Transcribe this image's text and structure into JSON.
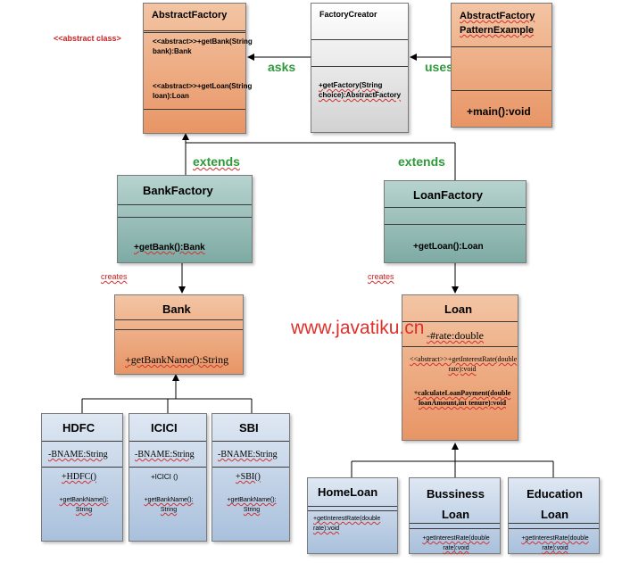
{
  "abstract_factory": {
    "title": "AbstractFactory",
    "stereotype": "<<abstract class>",
    "method1": "<<abstract>>+getBank(String bank):Bank",
    "method2": "<<abstract>>+getLoan(String loan):Loan"
  },
  "factory_creator": {
    "title": "FactoryCreator",
    "method": "+getFactory(String choice):AbstractFactory"
  },
  "pattern_example": {
    "title_line1": "AbstractFactory",
    "title_line2": "PatternExample",
    "method": "+main():void"
  },
  "relations": {
    "asks": "asks",
    "uses": "uses",
    "extends_left": "extends",
    "extends_right": "extends",
    "creates_left": "creates",
    "creates_right": "creates"
  },
  "bank_factory": {
    "title": "BankFactory",
    "method": "+getBank():Bank"
  },
  "loan_factory": {
    "title": "LoanFactory",
    "method": "+getLoan():Loan"
  },
  "bank": {
    "title": "Bank",
    "method": "+getBankName():String"
  },
  "loan": {
    "title": "Loan",
    "attribute": "-#rate:double",
    "method1": "<<abstract>>+getInterestRate(double rate):void",
    "method2": "+calculateLoanPayment(double loanAmount,int tenure):void"
  },
  "watermark": "www.javatiku.cn",
  "banks": [
    {
      "title": "HDFC",
      "attribute": "-BNAME:String",
      "constructor": "+HDFC()",
      "method": "+getBankName(): String"
    },
    {
      "title": "ICICI",
      "attribute": "-BNAME:String",
      "constructor": "+ICICI ()",
      "method": "+getBankName(): String"
    },
    {
      "title": "SBI",
      "attribute": "-BNAME:String",
      "constructor": "+SBI()",
      "method": "+getBankName(): String"
    }
  ],
  "loans": [
    {
      "title": "HomeLoan",
      "method": "+getInterestRate(double rate):void"
    },
    {
      "title": "Bussiness Loan",
      "method": "+getInterestRate(double rate):void"
    },
    {
      "title": "Education Loan",
      "method": "+getInterestRate(double rate):void"
    }
  ]
}
